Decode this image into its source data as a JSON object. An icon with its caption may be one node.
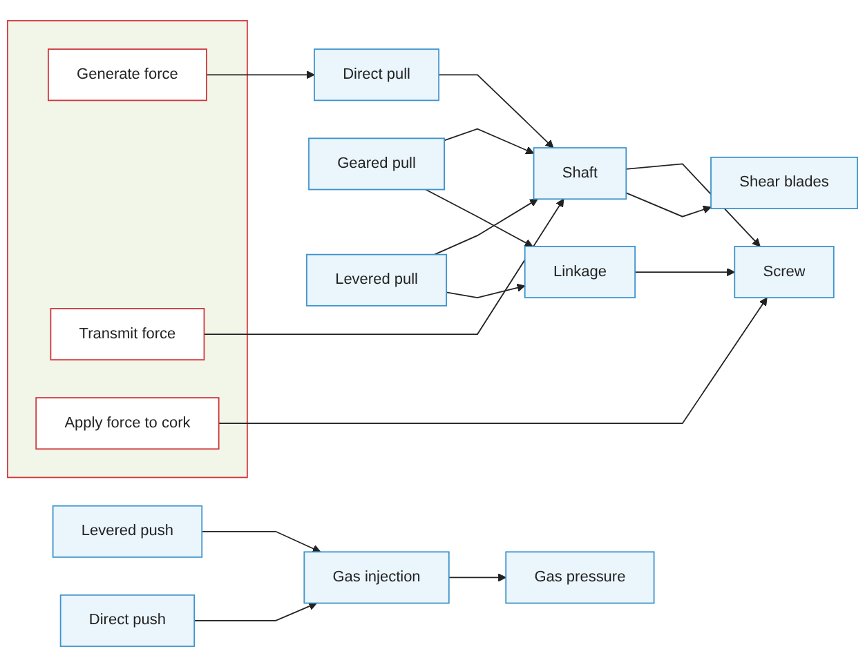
{
  "diagram": {
    "nodes": [
      {
        "text": [],
        "shape": "box"
      },
      {
        "text": [
          "Generate force"
        ],
        "in": 0
      },
      {
        "text": [
          "Transmit force"
        ],
        "in": 0
      },
      {
        "text": [
          "Apply force to cork"
        ],
        "in": 0
      },
      {
        "text": [
          "Direct pull"
        ]
      },
      {
        "text": [
          "Levered pull"
        ]
      },
      {
        "text": [
          "Geared pull"
        ]
      },
      {
        "text": [
          "Shaft"
        ]
      },
      {
        "text": [
          "Linkage"
        ]
      },
      {
        "text": [
          "Screw"
        ]
      },
      {
        "text": [
          "Shear blades"
        ]
      },
      {
        "text": [
          "Direct push"
        ]
      },
      {
        "text": [
          "Levered push"
        ]
      },
      {
        "text": [
          "Gas injection"
        ]
      },
      {
        "text": [
          "Gas pressure"
        ]
      }
    ],
    "edges": [
      {
        "from": 1,
        "to": 4,
        "arrow": "to"
      },
      {
        "from": 2,
        "to": 7,
        "arrow": "to"
      },
      {
        "from": 3,
        "to": 9,
        "arrow": "to"
      },
      {
        "from": 4,
        "to": 7,
        "arrow": "to"
      },
      {
        "from": 5,
        "to": 7,
        "arrow": "to"
      },
      {
        "from": 5,
        "to": 8,
        "arrow": "to"
      },
      {
        "from": 6,
        "to": 7,
        "arrow": "to"
      },
      {
        "from": 6,
        "to": 8,
        "arrow": "to"
      },
      {
        "from": 7,
        "to": 9,
        "arrow": "to"
      },
      {
        "from": 7,
        "to": 10,
        "arrow": "to"
      },
      {
        "from": 8,
        "to": 9,
        "arrow": "to"
      },
      {
        "from": 11,
        "to": 13,
        "arrow": "to"
      },
      {
        "from": 12,
        "to": 13,
        "arrow": "to"
      },
      {
        "from": 13,
        "to": 14,
        "arrow": "to"
      }
    ]
  }
}
